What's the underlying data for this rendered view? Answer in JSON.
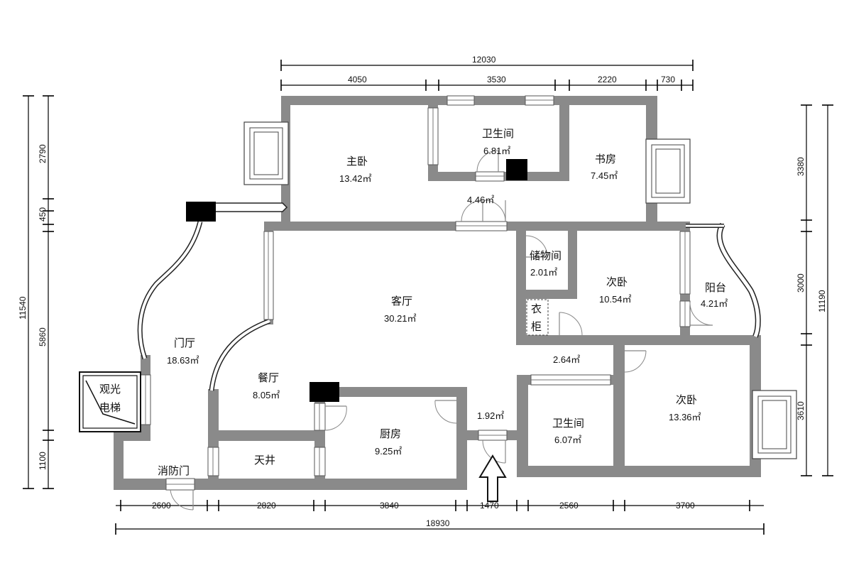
{
  "rooms": {
    "master_bedroom": {
      "name": "主卧",
      "area": "13.42㎡"
    },
    "master_bath": {
      "name": "卫生间",
      "area": "6.81㎡"
    },
    "study": {
      "name": "书房",
      "area": "7.45㎡"
    },
    "corridor_top": {
      "area": "4.46㎡"
    },
    "storage": {
      "name": "储物间",
      "area": "2.01㎡"
    },
    "bedroom2": {
      "name": "次卧",
      "area": "10.54㎡"
    },
    "balcony": {
      "name": "阳台",
      "area": "4.21㎡"
    },
    "living": {
      "name": "客厅",
      "area": "30.21㎡"
    },
    "wardrobe": {
      "name_line1": "衣",
      "name_line2": "柜"
    },
    "foyer": {
      "name": "门厅",
      "area": "18.63㎡"
    },
    "dining": {
      "name": "餐厅",
      "area": "8.05㎡"
    },
    "corridor_mid": {
      "area": "2.64㎡"
    },
    "entry": {
      "area": "1.92㎡"
    },
    "kitchen": {
      "name": "厨房",
      "area": "9.25㎡"
    },
    "bath2": {
      "name": "卫生间",
      "area": "6.07㎡"
    },
    "bedroom3": {
      "name": "次卧",
      "area": "13.36㎡"
    },
    "lightwell": {
      "name": "天井"
    },
    "fire_door": {
      "name": "消防门"
    },
    "elevator": {
      "name_line1": "观光",
      "name_line2": "电梯"
    }
  },
  "dimensions": {
    "top_total": "12030",
    "top_segments": [
      "4050",
      "3530",
      "2220",
      "730"
    ],
    "bottom_total": "18930",
    "bottom_segments": [
      "2600",
      "2820",
      "3840",
      "1470",
      "2560",
      "3700"
    ],
    "left_total": "11540",
    "left_segments": [
      "2790",
      "450",
      "5860",
      "1100"
    ],
    "right_total": "11190",
    "right_segments": [
      "3380",
      "3000",
      "3610"
    ]
  }
}
